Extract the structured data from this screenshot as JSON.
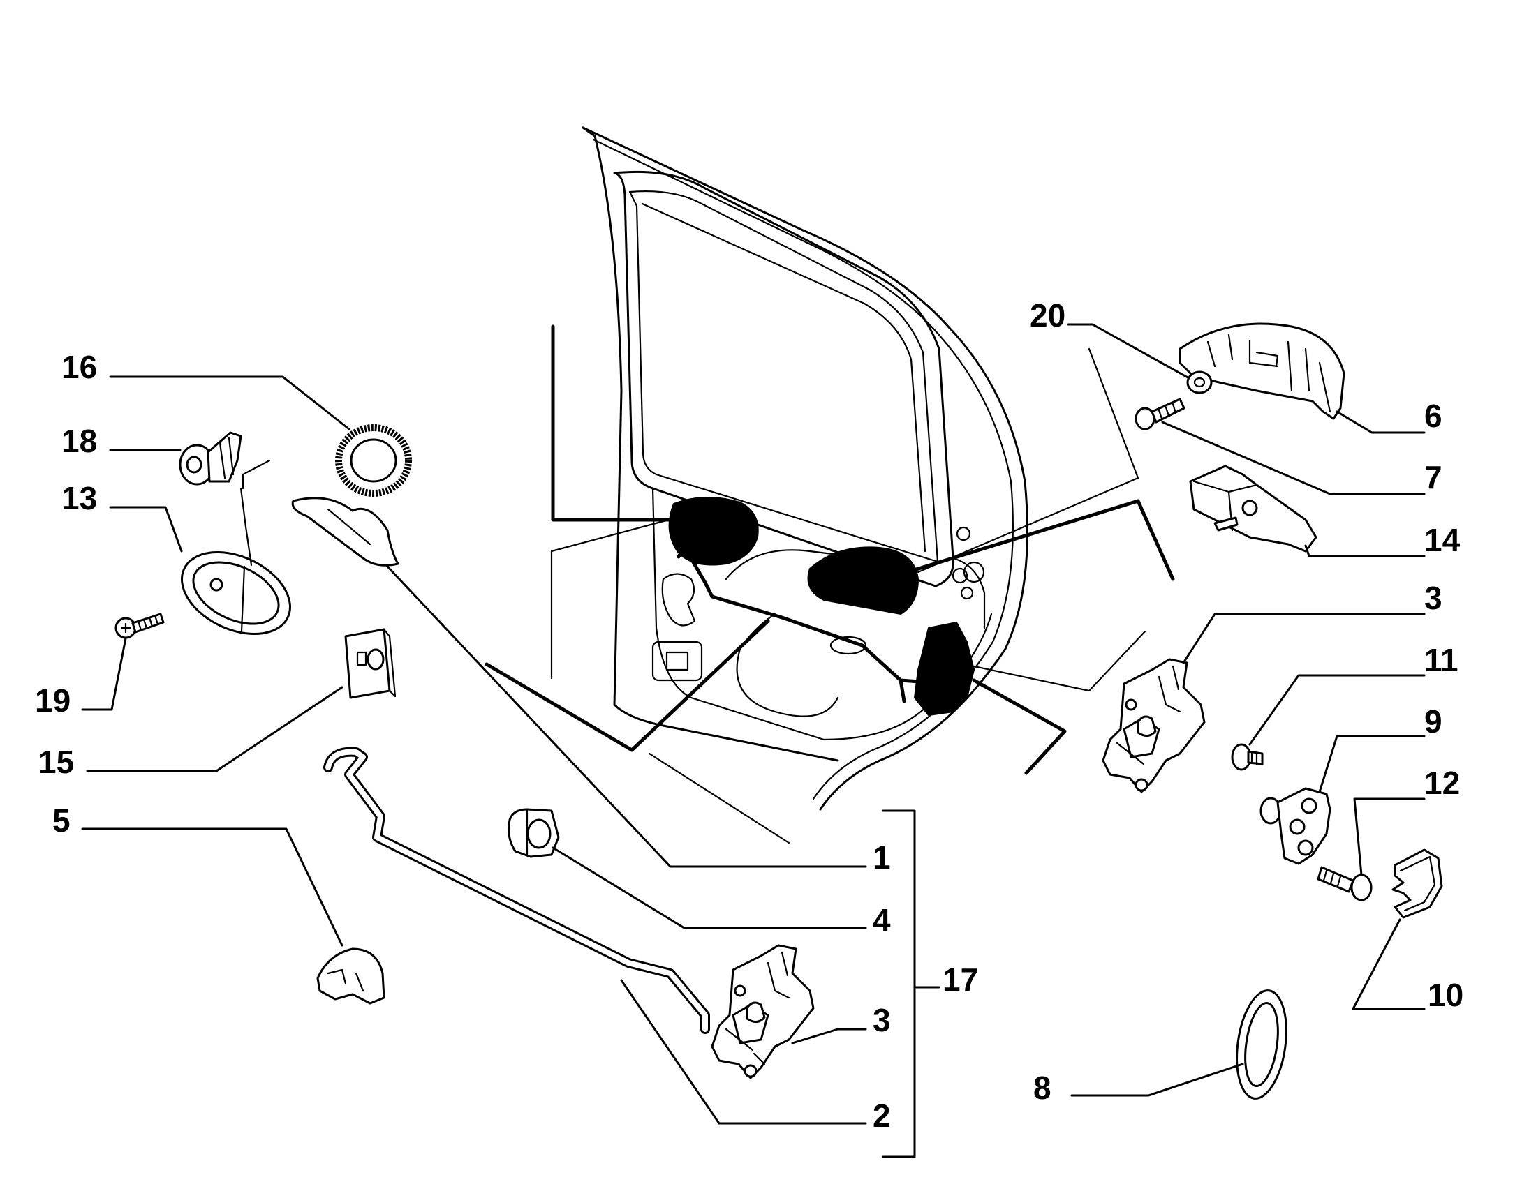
{
  "diagram": {
    "callouts": [
      {
        "id": "c16",
        "text": "16"
      },
      {
        "id": "c18",
        "text": "18"
      },
      {
        "id": "c13",
        "text": "13"
      },
      {
        "id": "c19",
        "text": "19"
      },
      {
        "id": "c15",
        "text": "15"
      },
      {
        "id": "c5",
        "text": "5"
      },
      {
        "id": "c20",
        "text": "20"
      },
      {
        "id": "c6",
        "text": "6"
      },
      {
        "id": "c7",
        "text": "7"
      },
      {
        "id": "c14",
        "text": "14"
      },
      {
        "id": "c3a",
        "text": "3"
      },
      {
        "id": "c11",
        "text": "11"
      },
      {
        "id": "c9",
        "text": "9"
      },
      {
        "id": "c12",
        "text": "12"
      },
      {
        "id": "c10",
        "text": "10"
      },
      {
        "id": "c8",
        "text": "8"
      },
      {
        "id": "c1",
        "text": "1"
      },
      {
        "id": "c4",
        "text": "4"
      },
      {
        "id": "c17",
        "text": "17"
      },
      {
        "id": "c3b",
        "text": "3"
      },
      {
        "id": "c2",
        "text": "2"
      }
    ]
  }
}
